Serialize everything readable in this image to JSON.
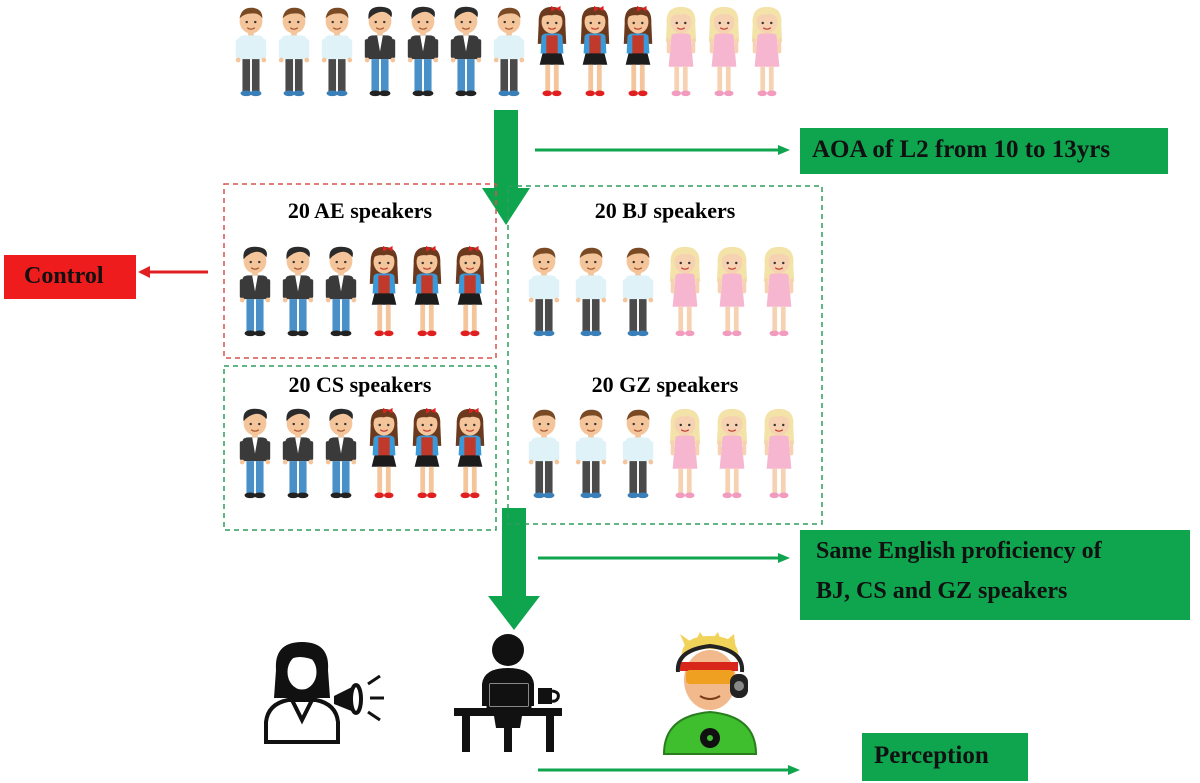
{
  "colors": {
    "green": "#0fa54e",
    "red": "#ee1c1c",
    "control_border": "#d9534f",
    "group_border": "#2e9e5b"
  },
  "top_crowd": [
    "boy-blue-shirt",
    "boy-blue-shirt",
    "boy-blue-shirt",
    "boy-dark-jacket",
    "boy-dark-jacket",
    "boy-dark-jacket",
    "boy-blue-shirt",
    "girl-red-dress",
    "girl-red-dress",
    "girl-red-dress",
    "girl-pink-dress",
    "girl-pink-dress",
    "girl-pink-dress"
  ],
  "aoa_label": "AOA of L2 from 10 to 13yrs",
  "groups": {
    "ae": {
      "title": "20 AE speakers",
      "people": [
        "boy-dark-jacket",
        "boy-dark-jacket",
        "boy-dark-jacket",
        "girl-red-dress",
        "girl-red-dress",
        "girl-red-dress"
      ]
    },
    "cs": {
      "title": "20 CS speakers",
      "people": [
        "boy-dark-jacket",
        "boy-dark-jacket",
        "boy-dark-jacket",
        "girl-red-dress",
        "girl-red-dress",
        "girl-red-dress"
      ]
    },
    "bj": {
      "title": "20 BJ speakers",
      "people": [
        "boy-blue-shirt",
        "boy-blue-shirt",
        "boy-blue-shirt",
        "girl-pink-dress",
        "girl-pink-dress",
        "girl-pink-dress"
      ]
    },
    "gz": {
      "title": "20 GZ speakers",
      "people": [
        "boy-blue-shirt",
        "boy-blue-shirt",
        "boy-blue-shirt",
        "girl-pink-dress",
        "girl-pink-dress",
        "girl-pink-dress"
      ]
    }
  },
  "control_label": "Control",
  "proficiency_label": {
    "line1": "Same English proficiency of",
    "line2": "BJ, CS and GZ speakers"
  },
  "bottom_icons": [
    "speaker-announcer-icon",
    "person-at-computer-icon",
    "listener-headphones-icon"
  ],
  "perception_label": "Perception"
}
